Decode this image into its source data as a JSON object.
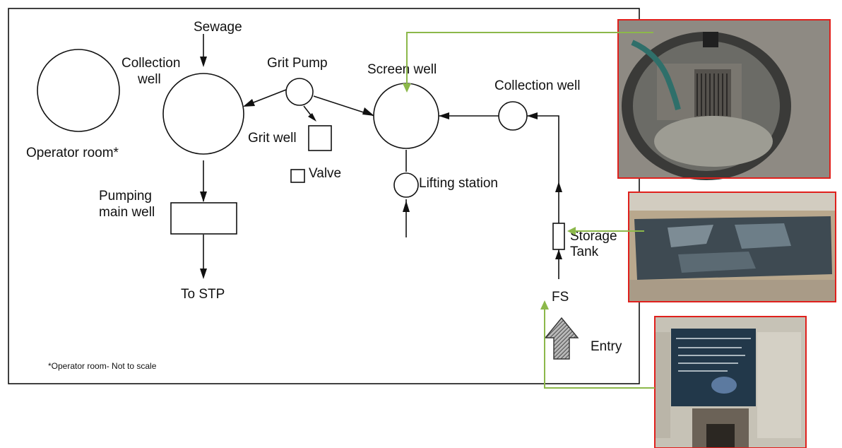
{
  "labels": {
    "sewage": "Sewage",
    "collection_well_left_1": "Collection",
    "collection_well_left_2": "well",
    "grit_pump": "Grit Pump",
    "screen_well": "Screen  well",
    "collection_well_right": "Collection well",
    "operator_room": "Operator room*",
    "grit_well": "Grit well",
    "valve": "Valve",
    "lifting_station": "Lifting station",
    "pumping_main_well_1": "Pumping",
    "pumping_main_well_2": "main well",
    "storage_tank_1": "Storage",
    "storage_tank_2": "Tank",
    "to_stp": "To STP",
    "fs": "FS",
    "entry": "Entry"
  },
  "footnote": "*Operator room- Not to scale",
  "photos": {
    "screen_well_photo": "screen-well-photo",
    "storage_tank_photo": "storage-tank-photo",
    "entry_photo": "entry-gate-photo"
  },
  "colors": {
    "photo_border": "#e0201c",
    "callout_line": "#8cb84a",
    "line": "#111111"
  }
}
